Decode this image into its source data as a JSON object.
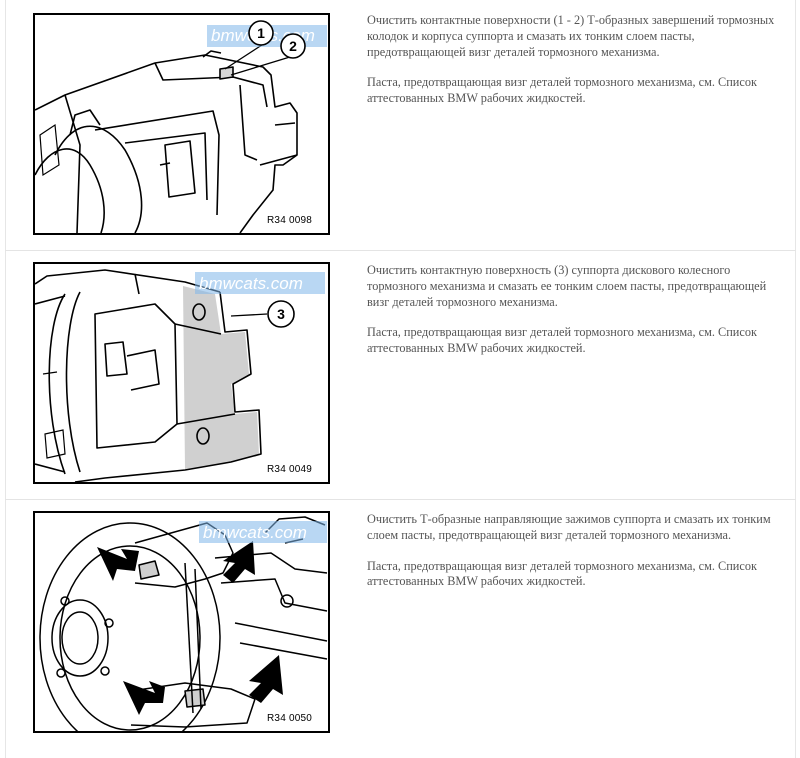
{
  "watermark": "bmwcats.com",
  "steps": [
    {
      "figure_code": "R34 0098",
      "callouts": [
        "1",
        "2"
      ],
      "instruction": "Очистить контактные поверхности (1 - 2) Т-образных завершений тормозных колодок и корпуса суппорта и смазать их тонким слоем пасты, предотвращающей визг деталей тормозного механизма.",
      "note": "Паста, предотвращающая визг деталей тормозного механизма, см. Список аттестованных BMW рабочих жидкостей."
    },
    {
      "figure_code": "R34 0049",
      "callouts": [
        "3"
      ],
      "instruction": "Очистить контактную поверхность (3) суппорта дискового колесного тормозного механизма и смазать ее тонким слоем пасты, предотвращающей визг деталей тормозного механизма.",
      "note": "Паста, предотвращающая визг деталей тормозного механизма, см. Список аттестованных BMW рабочих жидкостей."
    },
    {
      "figure_code": "R34 0050",
      "callouts": [],
      "instruction": "Очистить Т-образные направляющие зажимов суппорта и смазать их тонким слоем пасты, предотвращающей визг деталей тормозного механизма.",
      "note": "Паста, предотвращающая визг деталей тормозного механизма, см. Список аттестованных BMW рабочих жидкостей."
    }
  ]
}
